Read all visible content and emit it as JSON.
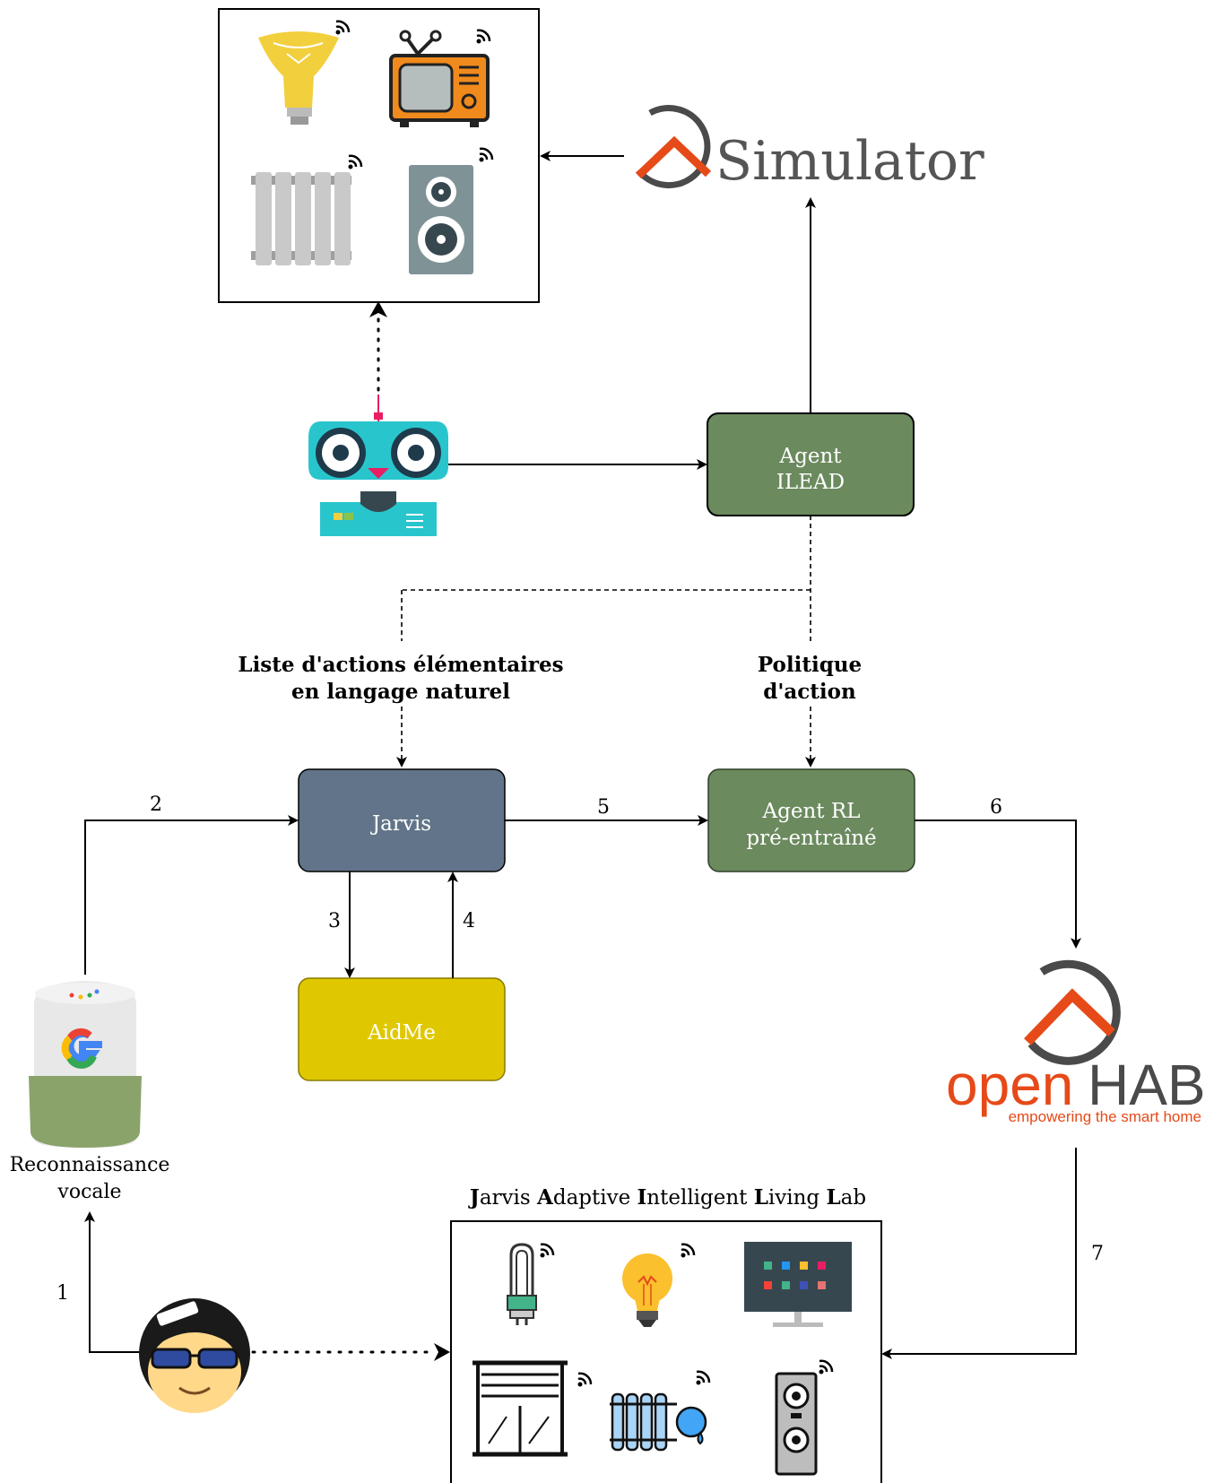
{
  "top_simulator": {
    "name": "Simulator"
  },
  "agent_ilead": {
    "line1": "Agent",
    "line2": "ILEAD"
  },
  "labels": {
    "actions_line1": "Liste d'actions élémentaires",
    "actions_line2": "en langage naturel",
    "policy_line1": "Politique",
    "policy_line2": "d'action"
  },
  "jarvis": {
    "label": "Jarvis"
  },
  "aidme": {
    "label": "AidMe"
  },
  "agent_rl": {
    "line1": "Agent RL",
    "line2": "pré-entraîné"
  },
  "openhab": {
    "open": "open",
    "hab": "HAB",
    "tagline": "empowering the smart home"
  },
  "voice": {
    "line1": "Reconnaissance",
    "line2": "vocale"
  },
  "living_lab": {
    "parts": [
      "J",
      "arvis ",
      "A",
      "daptive ",
      "I",
      "ntelligent ",
      "L",
      "iving ",
      "L",
      "ab"
    ]
  },
  "edges": [
    "1",
    "2",
    "3",
    "4",
    "5",
    "6",
    "7"
  ],
  "colors": {
    "agent_green": "#6b8a5e",
    "jarvis_slate": "#627489",
    "aidme_yellow": "#e0c800",
    "openhab_orange": "#e64a19",
    "openhab_gray": "#4a4a4a"
  }
}
